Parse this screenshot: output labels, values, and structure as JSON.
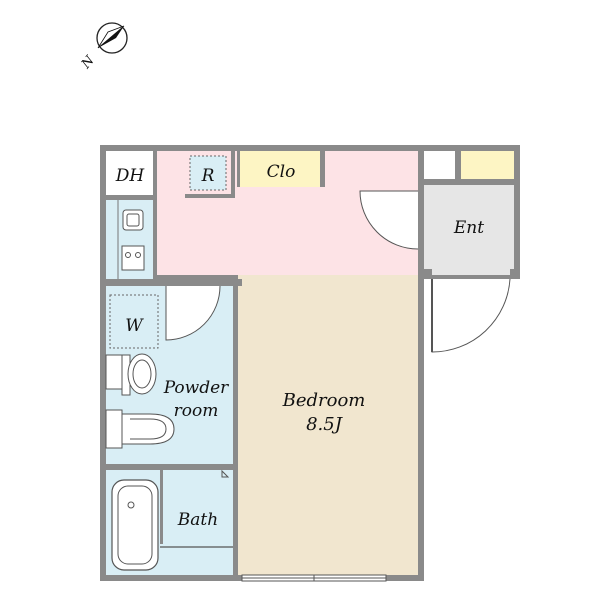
{
  "compass": {
    "label": "N"
  },
  "rooms": {
    "dh": "DH",
    "r": "R",
    "clo": "Clo",
    "ent": "Ent",
    "w": "W",
    "powder_line1": "Powder",
    "powder_line2": "room",
    "bedroom_line1": "Bedroom",
    "bedroom_line2": "8.5J",
    "bath": "Bath"
  },
  "colors": {
    "wall": "#8a8a8a",
    "pink": "#fde3e6",
    "beige": "#f1e6cf",
    "blue": "#d9eef5",
    "gray": "#e6e6e6",
    "yellow": "#fdf5c4",
    "white": "#ffffff"
  }
}
